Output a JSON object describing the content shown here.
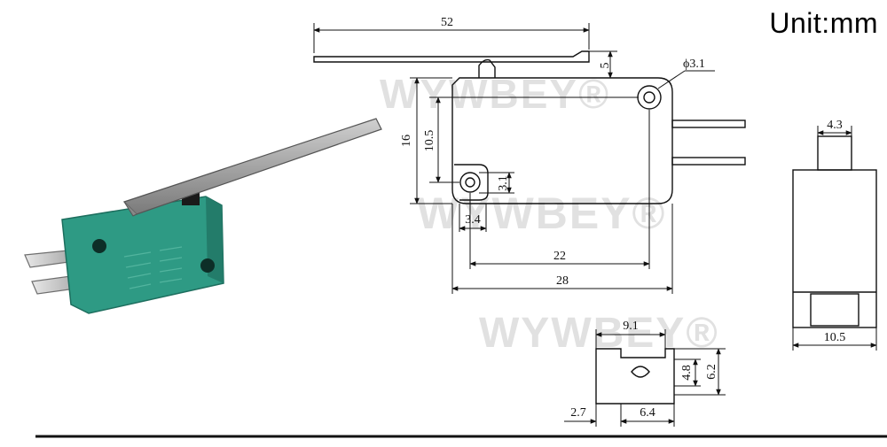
{
  "unit_label": "Unit:mm",
  "watermark": "WYWBEY®",
  "dimensions": {
    "lever_length": "52",
    "lever_height": "5",
    "hole_diameter": "ϕ3.1",
    "body_height": "16",
    "hole_to_hole_height": "10.5",
    "hole_offset": "3.1",
    "hole_from_edge": "3.4",
    "hole_spacing": "22",
    "body_length": "28",
    "terminal_width": "9.1",
    "terminal_hole_height": "4.8",
    "terminal_height": "6.2",
    "terminal_offset": "2.7",
    "terminal_tab_width": "6.4",
    "actuator_width": "4.3",
    "body_width": "10.5"
  },
  "colors": {
    "switch_body": "#2e9a84",
    "lever": "#9a9a9a",
    "terminal": "#c8c8c8"
  },
  "icons": {
    "switch_photo": "microswitch-illustration"
  }
}
